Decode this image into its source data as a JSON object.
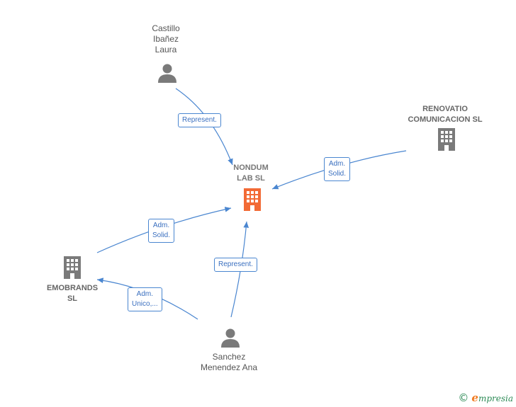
{
  "nodes": {
    "castillo": {
      "lines": [
        "Castillo",
        "Ibañez",
        "Laura"
      ],
      "type": "person"
    },
    "renovatio": {
      "lines": [
        "RENOVATIO",
        "COMUNICACION SL"
      ],
      "type": "company"
    },
    "nondum": {
      "lines": [
        "NONDUM",
        "LAB SL"
      ],
      "type": "company",
      "focus": true
    },
    "emobrands": {
      "lines": [
        "EMOBRANDS",
        "SL"
      ],
      "type": "company"
    },
    "sanchez": {
      "lines": [
        "Sanchez",
        "Menendez Ana"
      ],
      "type": "person"
    }
  },
  "edges": {
    "castillo_nondum": [
      "Represent."
    ],
    "renovatio_nondum": [
      "Adm.",
      "Solid."
    ],
    "emobrands_nondum": [
      "Adm.",
      "Solid."
    ],
    "sanchez_nondum": [
      "Represent."
    ],
    "sanchez_emobrands": [
      "Adm.",
      "Unico,..."
    ]
  },
  "colors": {
    "edge": "#4a86d0",
    "company_icon": "#7a7a7a",
    "focus_icon": "#f26a35",
    "person_icon": "#7a7a7a"
  },
  "brand": {
    "copyright": "©",
    "initial": "e",
    "name": "mpresia"
  }
}
